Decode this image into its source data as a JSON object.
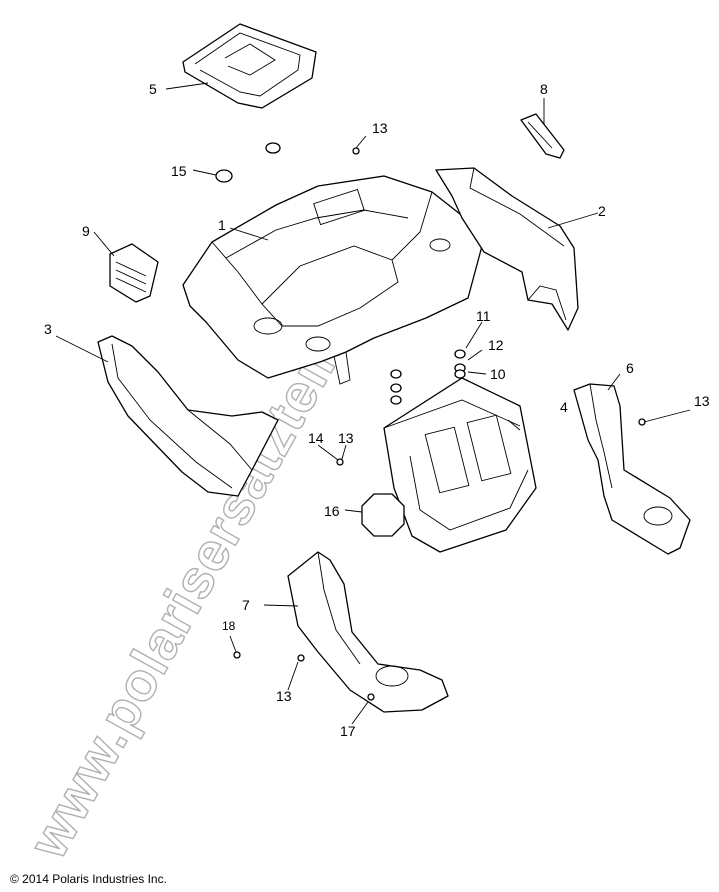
{
  "watermark": "www.polarisersatzteile.de",
  "copyright": "© 2014 Polaris Industries Inc.",
  "callouts": {
    "c1": "1",
    "c2": "2",
    "c3": "3",
    "c4": "4",
    "c5": "5",
    "c6": "6",
    "c7": "7",
    "c8": "8",
    "c9": "9",
    "c10": "10",
    "c11": "11",
    "c12": "12",
    "c13a": "13",
    "c13b": "13",
    "c13c": "13",
    "c13d": "13",
    "c14": "14",
    "c15": "15",
    "c16": "16",
    "c17": "17",
    "c18": "18"
  }
}
